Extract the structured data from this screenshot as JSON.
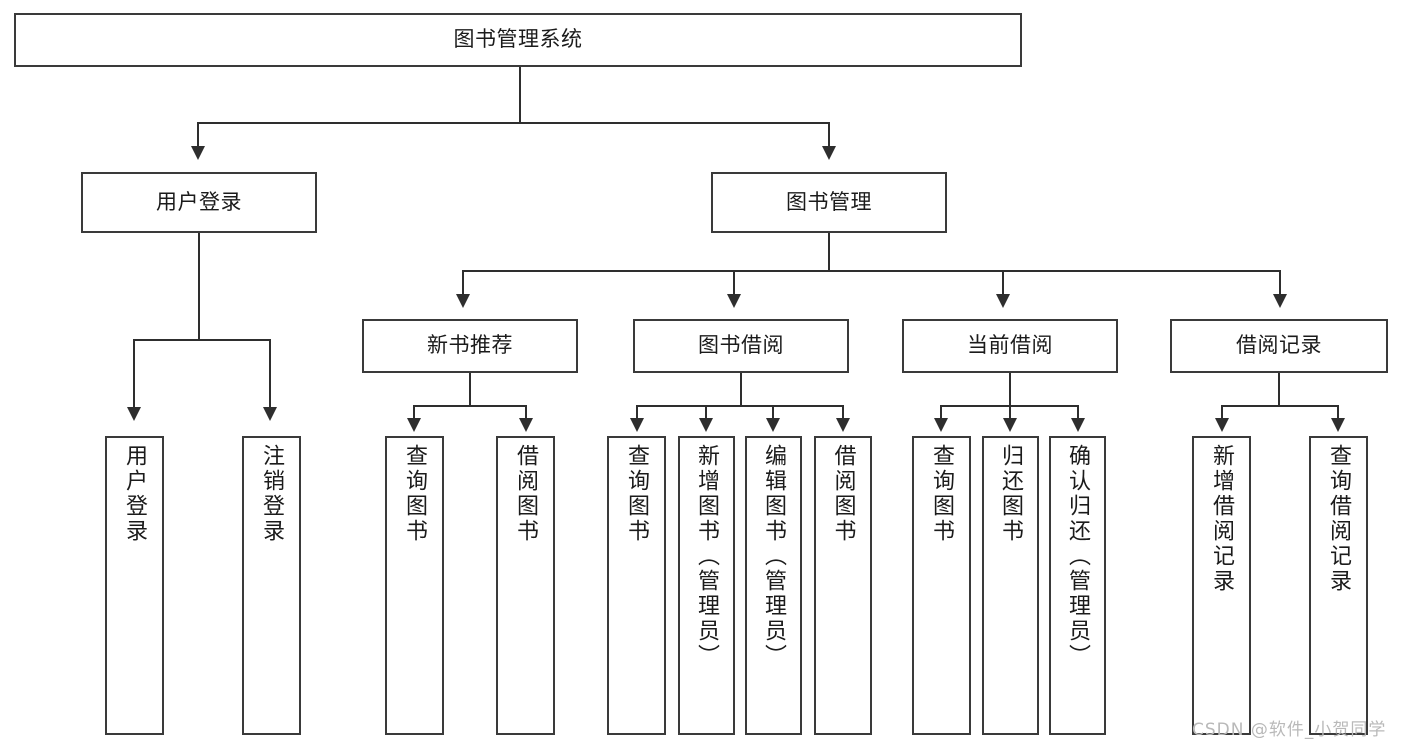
{
  "diagram": {
    "title": "图书管理系统",
    "type": "functional-structure-tree",
    "watermark": "CSDN @软件_小贺同学",
    "colors": {
      "box_border": "#3a3a3a",
      "connector": "#2e2e2e",
      "background": "#ffffff",
      "text": "#1b1b1b",
      "watermark": "#b9b9b9"
    }
  },
  "root": {
    "label": "图书管理系统"
  },
  "level2": [
    {
      "label": "用户登录"
    },
    {
      "label": "图书管理"
    }
  ],
  "level3": [
    {
      "label": "新书推荐"
    },
    {
      "label": "图书借阅"
    },
    {
      "label": "当前借阅"
    },
    {
      "label": "借阅记录"
    }
  ],
  "leaves": {
    "user_login": [
      {
        "label": "用户登录"
      },
      {
        "label": "注销登录"
      }
    ],
    "new_book_recommend": [
      {
        "label": "查询图书"
      },
      {
        "label": "借阅图书"
      }
    ],
    "book_borrow": [
      {
        "label": "查询图书"
      },
      {
        "label": "新增图书（管理员）"
      },
      {
        "label": "编辑图书（管理员）"
      },
      {
        "label": "借阅图书"
      }
    ],
    "current_borrow": [
      {
        "label": "查询图书"
      },
      {
        "label": "归还图书"
      },
      {
        "label": "确认归还（管理员）"
      }
    ],
    "borrow_record": [
      {
        "label": "新增借阅记录"
      },
      {
        "label": "查询借阅记录"
      }
    ]
  }
}
